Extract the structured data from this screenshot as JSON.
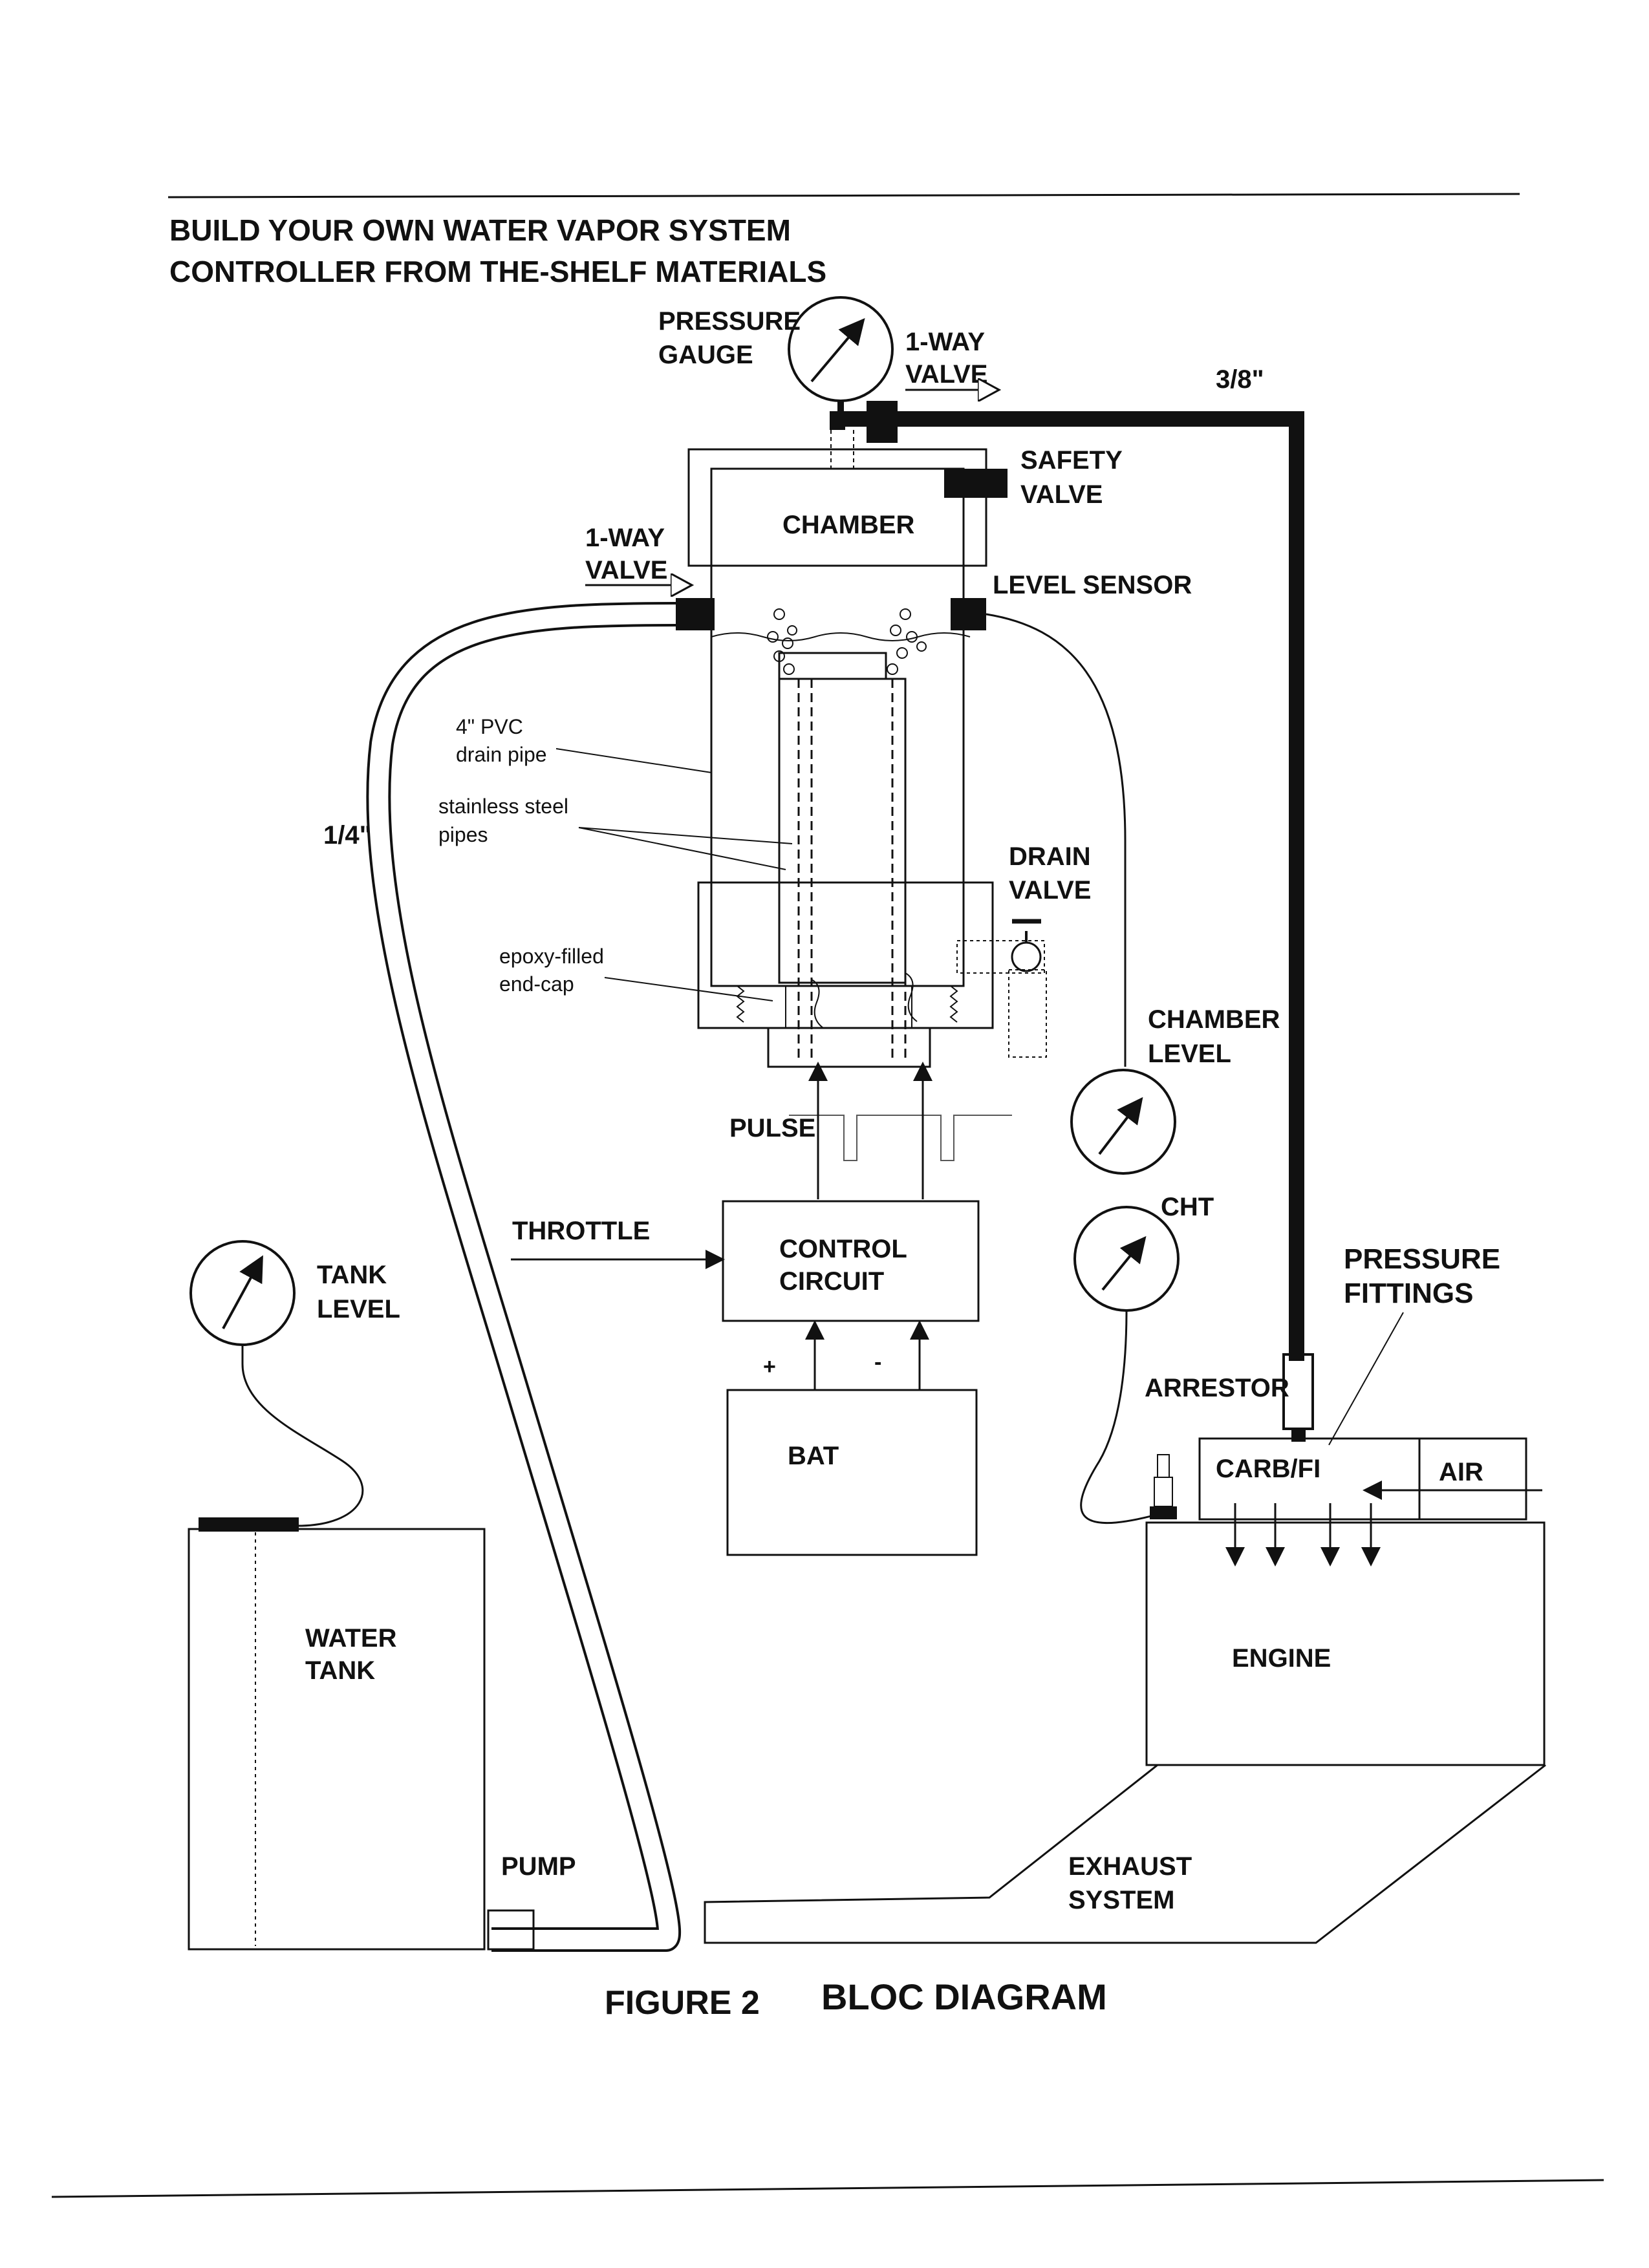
{
  "header": {
    "line1": "BUILD YOUR OWN WATER VAPOR SYSTEM",
    "line2": "CONTROLLER FROM THE-SHELF MATERIALS"
  },
  "labels": {
    "pressure_gauge_1": "PRESSURE",
    "pressure_gauge_2": "GAUGE",
    "one_way_valve_top_1": "1-WAY",
    "one_way_valve_top_2": "VALVE",
    "three_eighths": "3/8\"",
    "safety_valve_1": "SAFETY",
    "safety_valve_2": "VALVE",
    "chamber": "CHAMBER",
    "one_way_valve_left_1": "1-WAY",
    "one_way_valve_left_2": "VALVE",
    "level_sensor": "LEVEL SENSOR",
    "pvc_1": "4\" PVC",
    "pvc_2": "drain pipe",
    "steel_1": "stainless steel",
    "steel_2": "pipes",
    "one_quarter": "1/4\"",
    "drain_valve_1": "DRAIN",
    "drain_valve_2": "VALVE",
    "epoxy_1": "epoxy-filled",
    "epoxy_2": "end-cap",
    "chamber_level_1": "CHAMBER",
    "chamber_level_2": "LEVEL",
    "pulse": "PULSE",
    "cht": "CHT",
    "throttle": "THROTTLE",
    "control_1": "CONTROL",
    "control_2": "CIRCUIT",
    "pressure_fittings_1": "PRESSURE",
    "pressure_fittings_2": "FITTINGS",
    "tank_level_1": "TANK",
    "tank_level_2": "LEVEL",
    "plus": "+",
    "minus": "-",
    "arrestor": "ARRESTOR",
    "bat": "BAT",
    "carb": "CARB/FI",
    "air": "AIR",
    "water_tank_1": "WATER",
    "water_tank_2": "TANK",
    "engine": "ENGINE",
    "pump": "PUMP",
    "exhaust_1": "EXHAUST",
    "exhaust_2": "SYSTEM"
  },
  "caption": {
    "figure": "FIGURE 2",
    "title": "BLOC DIAGRAM"
  }
}
